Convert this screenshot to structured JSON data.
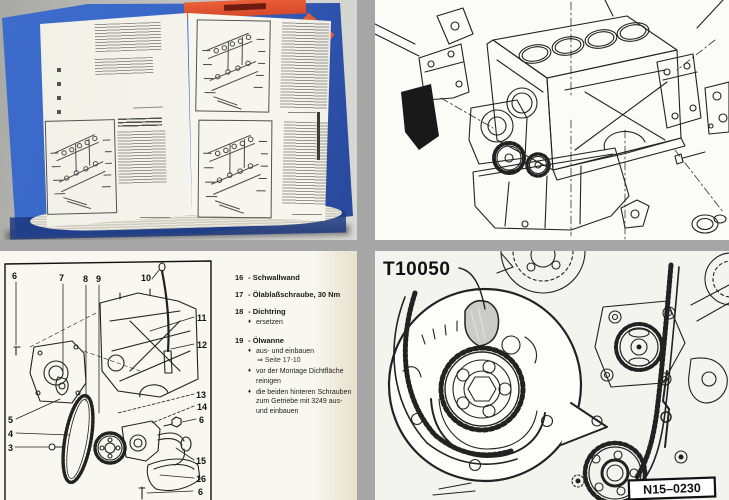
{
  "colors": {
    "divider": "#a6a6a6",
    "binder_blue": "#3a68c8",
    "tab_orange": "#e0512d",
    "paper": "#f8f7f0",
    "line_art": "#222222"
  },
  "legend": {
    "sep": "-",
    "bullet_char": "♦",
    "arrow_char": "⇒",
    "items": [
      {
        "num": "16",
        "label": "Schwallwand",
        "bullets": []
      },
      {
        "num": "17",
        "label": "Ölablaßschraube, 30 Nm",
        "bullets": []
      },
      {
        "num": "18",
        "label": "Dichtring",
        "bullets": [
          {
            "t": "ersetzen"
          }
        ]
      },
      {
        "num": "19",
        "label": "Ölwanne",
        "bullets": [
          {
            "t": "aus- und einbauen",
            "sub": "Seite 17-10"
          },
          {
            "t": "vor der Montage Dichtfläche reinigen"
          },
          {
            "t": "die beiden hinteren Schrauben zum Getriebe mit 3249 aus- und einbauen"
          }
        ]
      }
    ]
  },
  "bl_callouts": [
    "6",
    "7",
    "8",
    "9",
    "10",
    "11",
    "12",
    "13",
    "14",
    "6",
    "15",
    "16",
    "6",
    "5",
    "4",
    "3"
  ],
  "br": {
    "tool_label": "T10050",
    "figure_code": "N15–0230"
  }
}
